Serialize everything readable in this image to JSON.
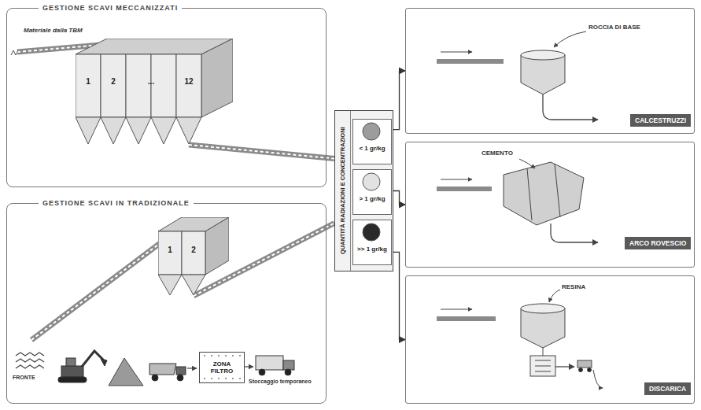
{
  "diagram": {
    "nodes": [
      {
        "text": [
          "GESTIONE SCAVI MECCANIZZATI"
        ]
      },
      {
        "text": [
          "1",
          "2",
          "...",
          "12"
        ],
        "in": 0
      },
      {
        "text": [
          "GESTIONE SCAVI IN TRADIZIONALE"
        ]
      },
      {
        "text": [
          "1",
          "2"
        ],
        "in": 2
      },
      {
        "text": [
          "ZONA FILTRO"
        ],
        "in": 2
      },
      {
        "text": [
          "QUANTITÀ RADIAZIONI E CONCENTRAZIONI"
        ]
      },
      {
        "text": [
          "< 1 gr/kg"
        ],
        "in": 5
      },
      {
        "text": [
          "> 1 gr/kg"
        ],
        "in": 5
      },
      {
        "text": [
          ">> 1 gr/kg"
        ],
        "in": 5
      },
      {
        "text": []
      },
      {
        "text": []
      },
      {
        "text": []
      },
      {
        "text": [
          "CALCESTRUZZI"
        ],
        "in": 9
      },
      {
        "text": [
          "ARCO ROVESCIO"
        ],
        "in": 10
      },
      {
        "text": [
          "DISCARICA"
        ],
        "in": 11
      }
    ],
    "edges": [
      {
        "from": 1,
        "to": 5,
        "arrow": "none"
      },
      {
        "from": 3,
        "to": 5,
        "arrow": "none"
      },
      {
        "from": 5,
        "to": 9,
        "arrow": "to"
      },
      {
        "from": 5,
        "to": 10,
        "arrow": "to"
      },
      {
        "from": 5,
        "to": 11,
        "arrow": "to"
      }
    ],
    "labels": [
      "Materiale dalla TBM",
      "FRONTE",
      "Stoccaggio temporaneo",
      "ROCCIA DI BASE",
      "CEMENTO",
      "RESINA"
    ]
  }
}
